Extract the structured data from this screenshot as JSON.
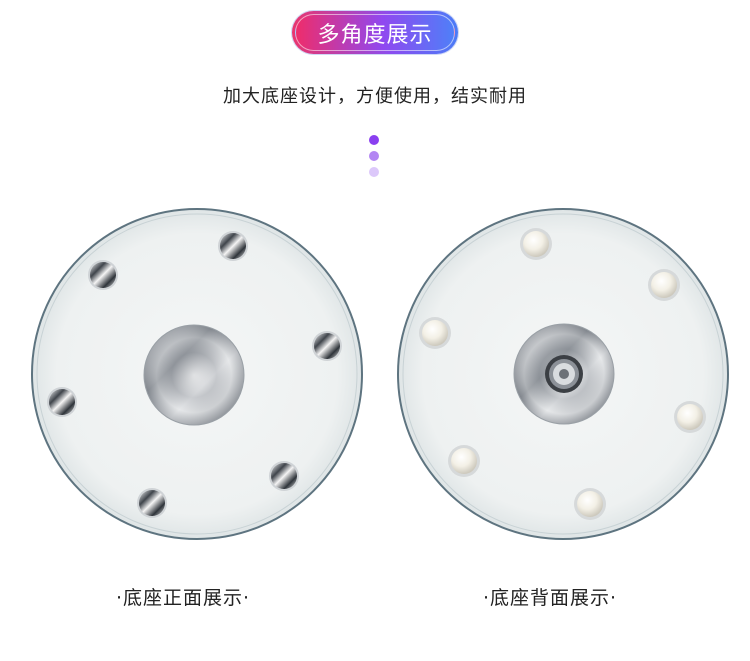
{
  "header": {
    "title": "多角度展示",
    "subtitle": "加大底座设计，方便使用，结实耐用"
  },
  "decor": {
    "dot_colors": [
      "#8a3ff0",
      "#b386f3",
      "#dcc8fa"
    ]
  },
  "plates": {
    "front_caption": "·底座正面展示·",
    "back_caption": "·底座背面展示·"
  },
  "colors": {
    "accent_start": "#ee2d6b",
    "accent_end": "#4f7ff8"
  }
}
